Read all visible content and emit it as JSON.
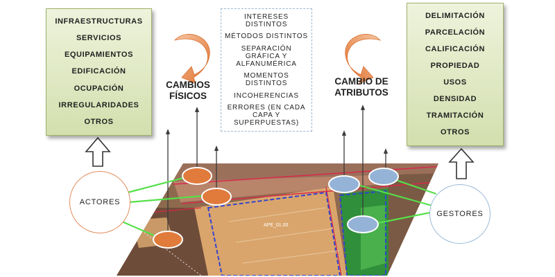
{
  "left_box": {
    "items": [
      "INFRAESTRUCTURAS",
      "SERVICIOS",
      "EQUIPAMIENTOS",
      "EDIFICACIÓN",
      "OCUPACIÓN",
      "IRREGULARIDADES",
      "OTROS"
    ]
  },
  "center_box": {
    "items": [
      "INTERESES DISTINTOS",
      "MÉTODOS DISTINTOS",
      "SEPARACIÓN GRÁFICA Y ALFANUMÉRICA",
      "MOMENTOS DISTINTOS",
      "INCOHERENCIAS",
      "ERRORES (EN CADA CAPA Y SUPERPUESTAS)"
    ]
  },
  "right_box": {
    "items": [
      "DELIMITACIÓN",
      "PARCELACIÓN",
      "CALIFICACIÓN",
      "PROPIEDAD",
      "USOS",
      "DENSIDAD",
      "TRAMITACIÓN",
      "OTROS"
    ]
  },
  "labels": {
    "cambios_fisicos": "CAMBIOS FÍSICOS",
    "cambio_atributos": "CAMBIO DE ATRIBUTOS",
    "actores": "ACTORES",
    "gestores": "GESTORES",
    "map_label": "APE_01.00"
  },
  "colors": {
    "actor_node": "#e07b3c",
    "gestor_node": "#95b3d7",
    "connector": "#56e04a",
    "swirl_arrow": "#e88445"
  }
}
